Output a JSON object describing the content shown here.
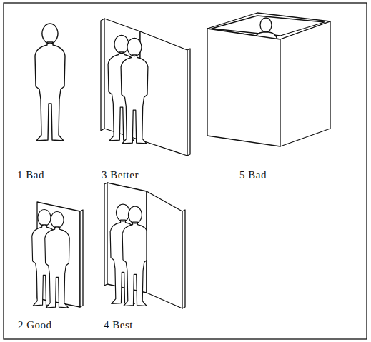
{
  "diagram": {
    "labels": [
      "1 Bad",
      "3 Better",
      "5 Bad",
      "2 Good",
      "4 Best"
    ]
  }
}
